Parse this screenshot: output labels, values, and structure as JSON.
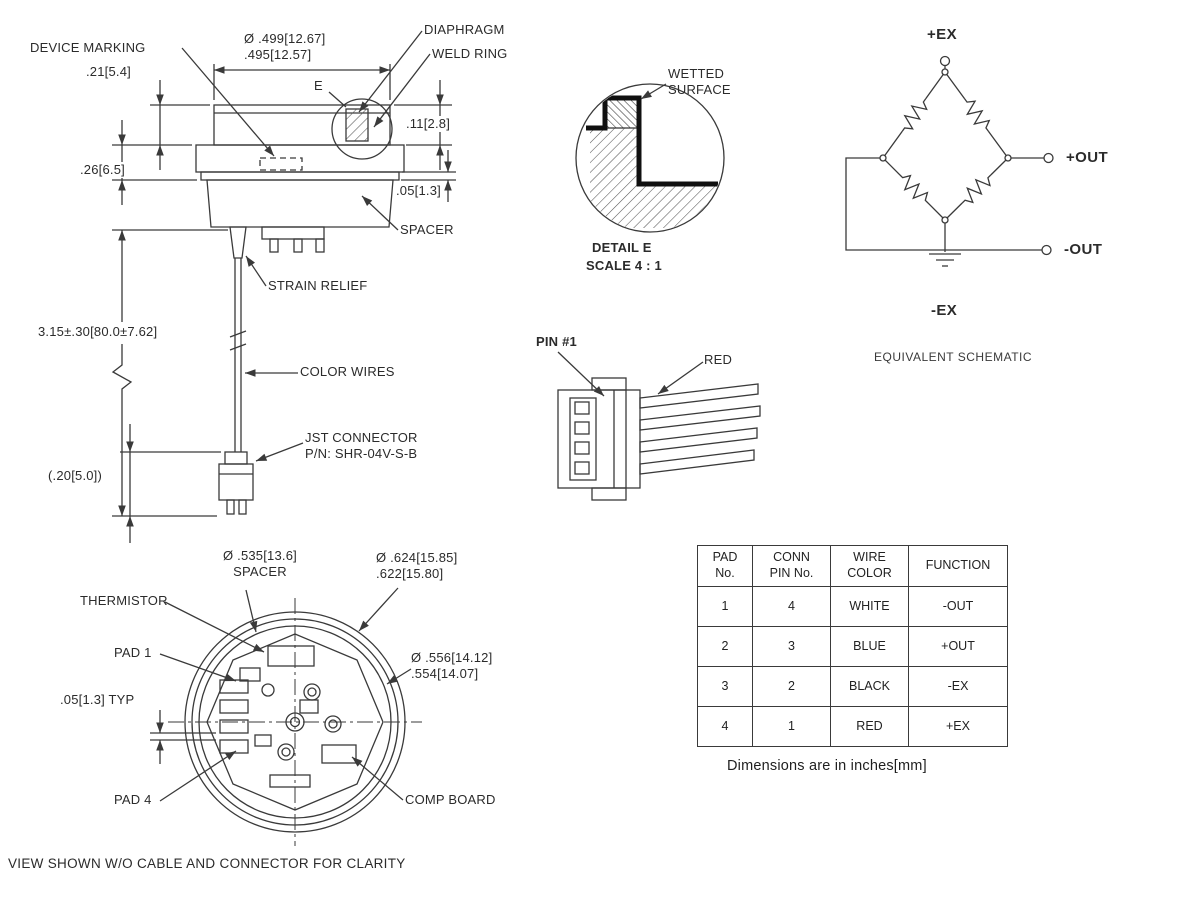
{
  "colors": {
    "ink": "#3a3a3a",
    "paper": "#ffffff"
  },
  "side": {
    "device_marking": "DEVICE MARKING",
    "dia_top": "Ø .499[12.67]\n.495[12.57]",
    "diaphragm": "DIAPHRAGM",
    "weld_ring": "WELD RING",
    "e_marker": "E",
    "dim_21": ".21[5.4]",
    "dim_26": ".26[6.5]",
    "dim_11": ".11[2.8]",
    "dim_05": ".05[1.3]",
    "spacer": "SPACER",
    "strain_relief": "STRAIN RELIEF",
    "cable_len": "3.15±.30[80.0±7.62]",
    "color_wires": "COLOR WIRES",
    "jst": "JST CONNECTOR\nP/N: SHR-04V-S-B",
    "conn_len": "(.20[5.0])"
  },
  "detail_e": {
    "wetted": "WETTED\nSURFACE",
    "title": "DETAIL E",
    "scale": "SCALE 4 : 1"
  },
  "conn": {
    "pin1": "PIN #1",
    "red": "RED"
  },
  "schematic": {
    "pex": "+EX",
    "pout": "+OUT",
    "nout": "-OUT",
    "nex": "-EX",
    "caption": "EQUIVALENT SCHEMATIC"
  },
  "bottom": {
    "spacer_dia": "Ø .535[13.6]\nSPACER",
    "thermistor": "THERMISTOR",
    "outer_dia": "Ø .624[15.85]\n.622[15.80]",
    "pad1": "PAD 1",
    "mid_dia": "Ø .556[14.12]\n.554[14.07]",
    "typ": ".05[1.3] TYP",
    "pad4": "PAD 4",
    "comp_board": "COMP BOARD",
    "caption": "VIEW SHOWN W/O CABLE AND CONNECTOR FOR CLARITY"
  },
  "table": {
    "headers": [
      "PAD\nNo.",
      "CONN\nPIN No.",
      "WIRE\nCOLOR",
      "FUNCTION"
    ],
    "rows": [
      [
        "1",
        "4",
        "WHITE",
        "-OUT"
      ],
      [
        "2",
        "3",
        "BLUE",
        "+OUT"
      ],
      [
        "3",
        "2",
        "BLACK",
        "-EX"
      ],
      [
        "4",
        "1",
        "RED",
        "+EX"
      ]
    ]
  },
  "note": "Dimensions are in inches[mm]"
}
